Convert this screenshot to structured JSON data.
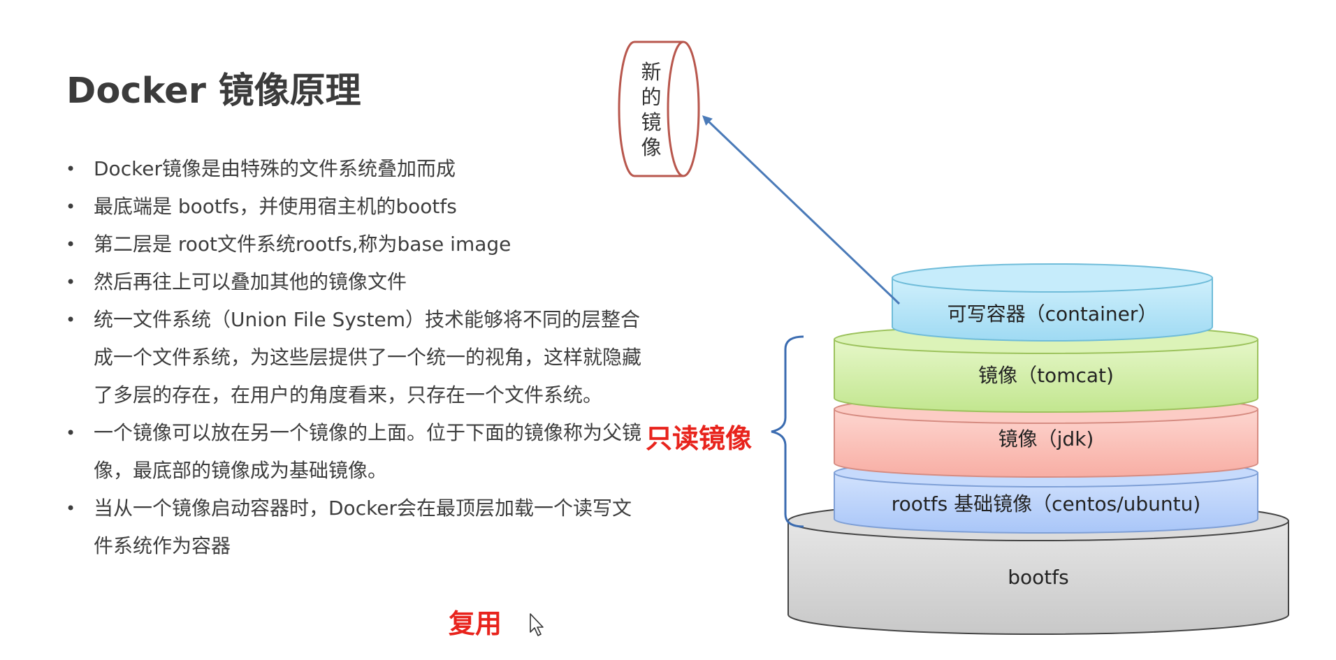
{
  "title": "Docker 镜像原理",
  "bullets": [
    "Docker镜像是由特殊的文件系统叠加而成",
    "最底端是 bootfs，并使用宿主机的bootfs",
    "第二层是 root文件系统rootfs,称为base image",
    "然后再往上可以叠加其他的镜像文件",
    "统一文件系统（Union File System）技术能够将不同的层整合成一个文件系统，为这些层提供了一个统一的视角，这样就隐藏了多层的存在，在用户的角度看来，只存在一个文件系统。",
    "一个镜像可以放在另一个镜像的上面。位于下面的镜像称为父镜像，最底部的镜像成为基础镜像。",
    "当从一个镜像启动容器时，Docker会在最顶层加载一个读写文件系统作为容器"
  ],
  "reuse_label": "复用",
  "readonly_label": "只读镜像",
  "new_image": [
    "新",
    "的",
    "镜",
    "像"
  ],
  "layers": {
    "container": "可写容器（container）",
    "tomcat": "镜像（tomcat)",
    "jdk": "镜像（jdk)",
    "rootfs": "rootfs 基础镜像（centos/ubuntu)",
    "bootfs": "bootfs"
  },
  "colors": {
    "accent_red": "#e8231c",
    "arrow_blue": "#4a7ab8",
    "container_fill": "#b8e6f8",
    "tomcat_fill": "#d3efaa",
    "jdk_fill": "#fbc3bb",
    "rootfs_fill": "#bcd4fb",
    "bootfs_fill": "#d9d9d9"
  },
  "icons": {
    "bullet": "bullet-dot-icon",
    "cursor": "mouse-pointer-icon"
  }
}
